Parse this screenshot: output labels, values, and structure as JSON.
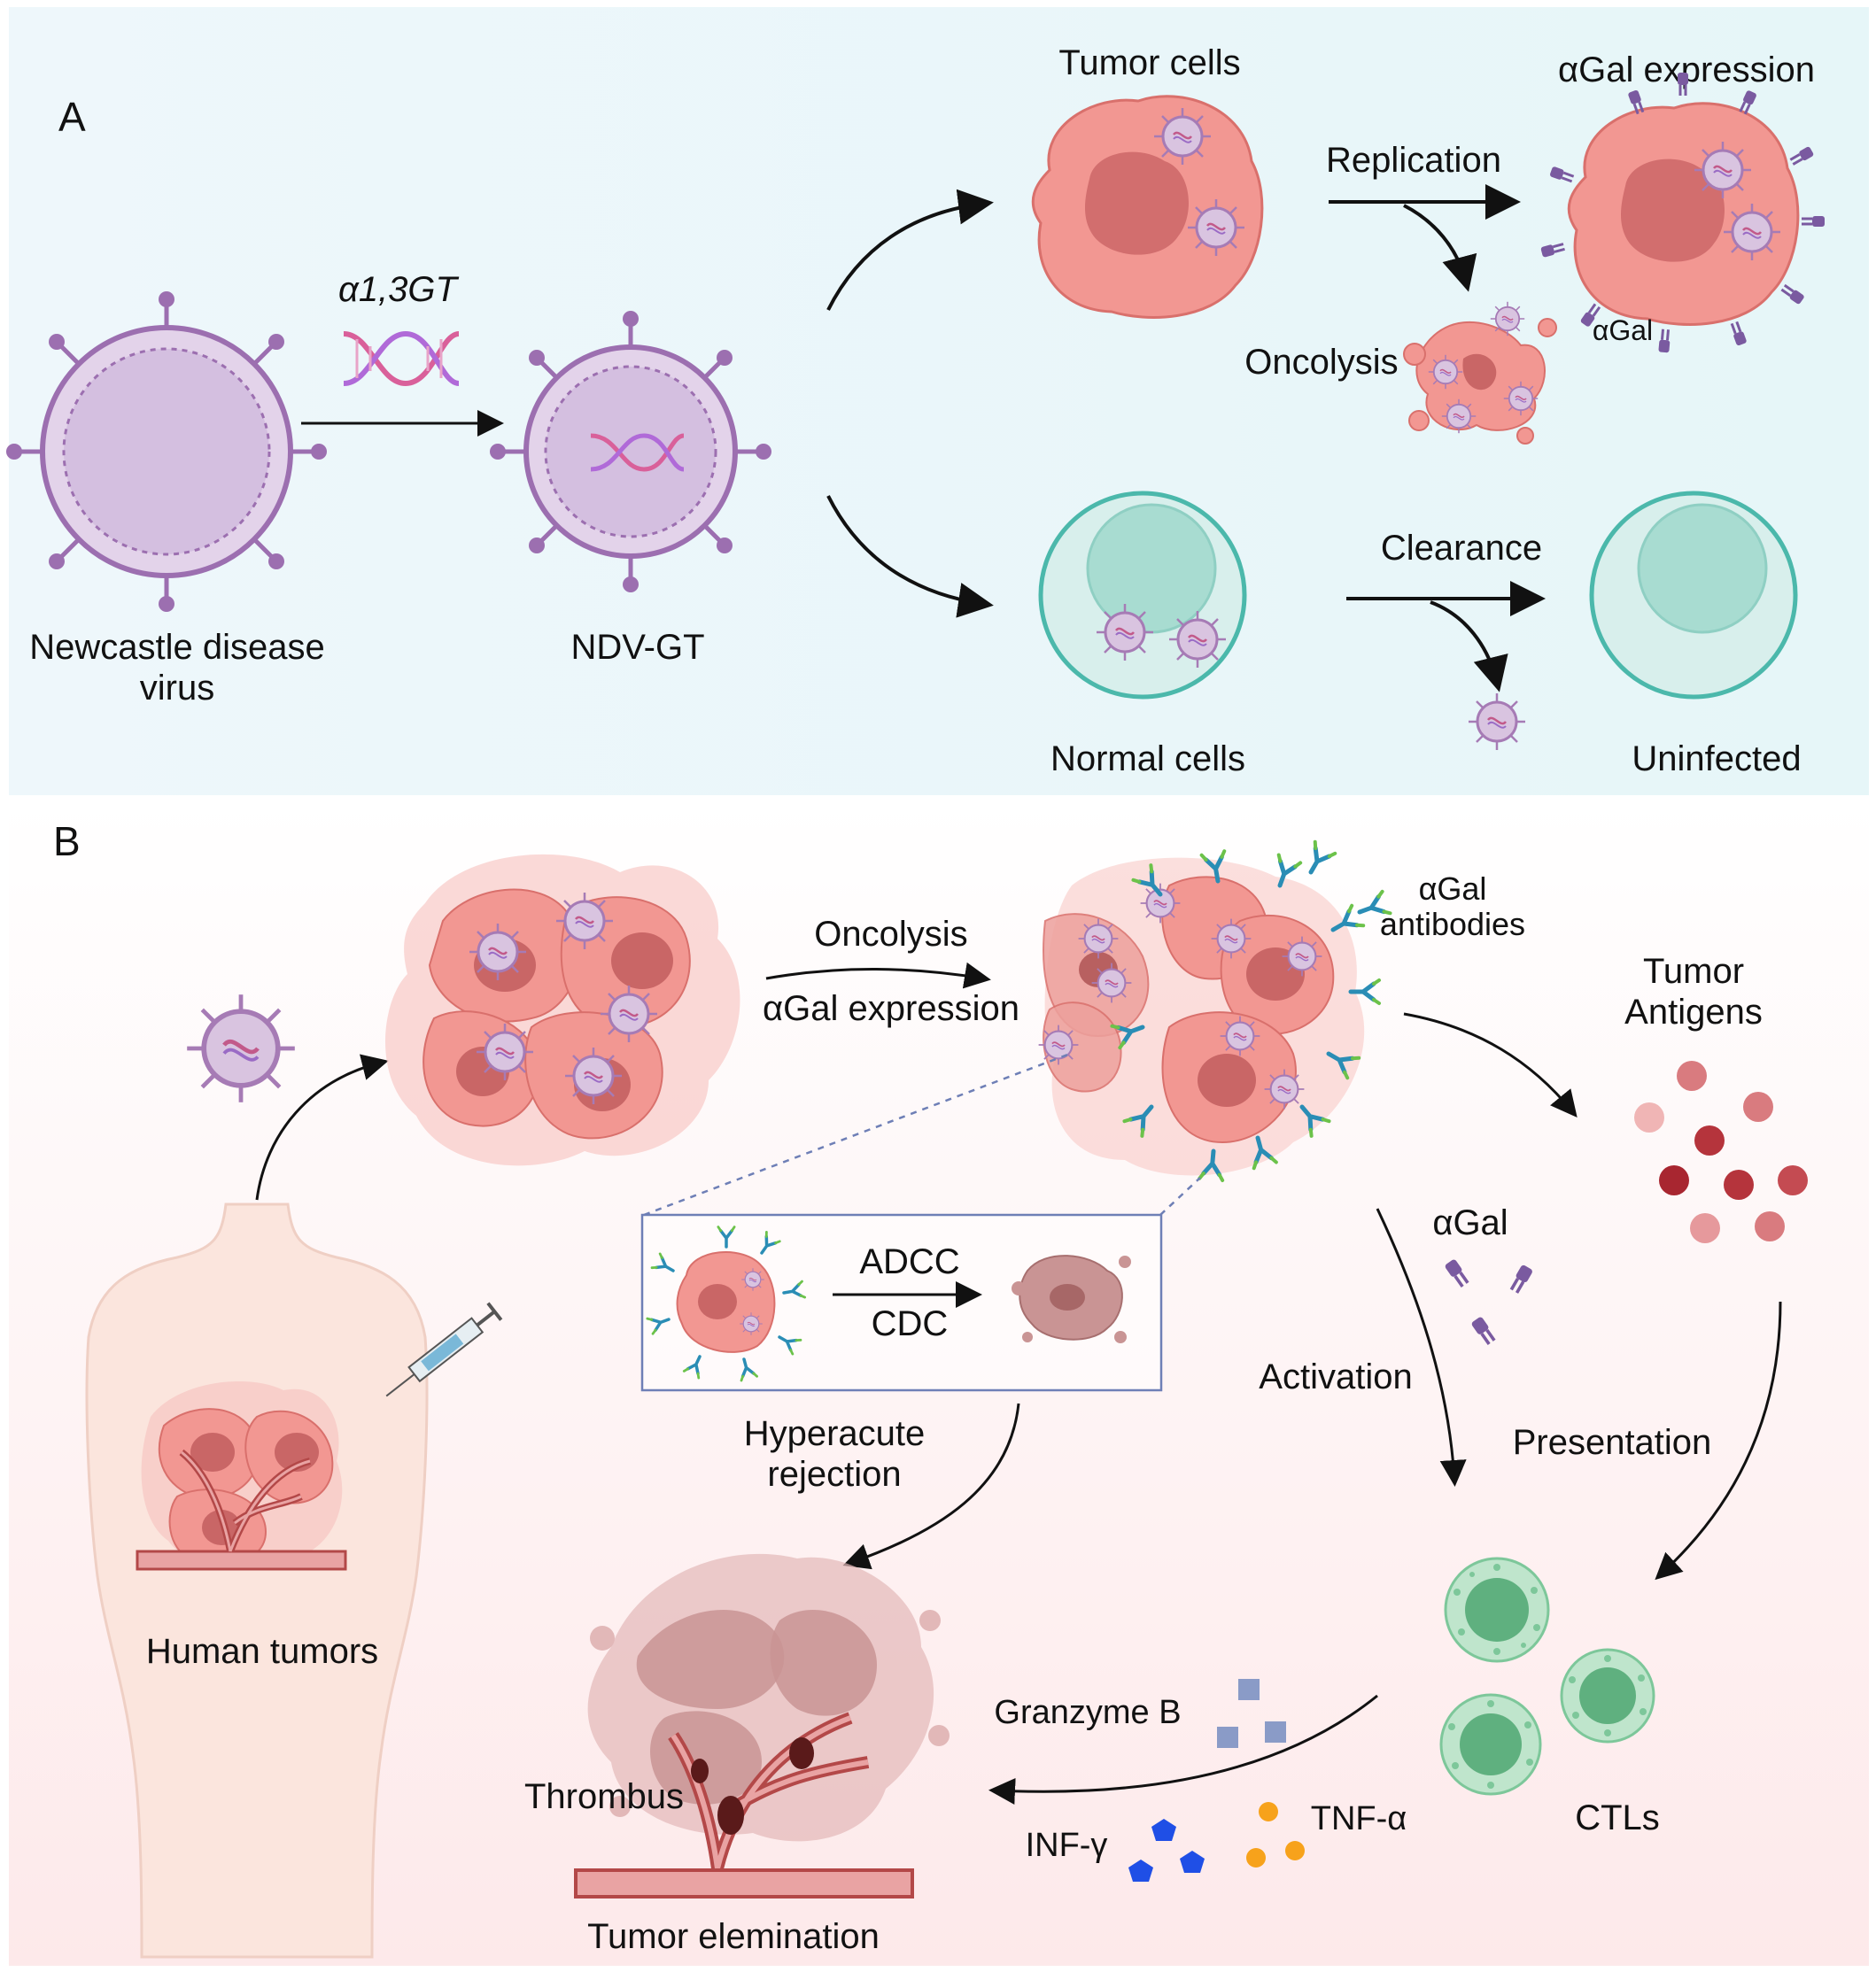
{
  "panel_a": {
    "letter": "A",
    "gene_label": "α1,3GT",
    "virus_label": "Newcastle disease virus",
    "virus_label_line1": "Newcastle disease",
    "virus_label_line2": "virus",
    "ndv_label": "NDV-GT",
    "tumor_cells": "Tumor cells",
    "replication": "Replication",
    "agal_expression": "αGal expression",
    "agal": "αGal",
    "oncolysis": "Oncolysis",
    "normal_cells": "Normal cells",
    "clearance": "Clearance",
    "uninfected": "Uninfected"
  },
  "panel_b": {
    "letter": "B",
    "oncolysis": "Oncolysis",
    "agal_expression": "αGal expression",
    "agal_antibodies_line1": "αGal",
    "agal_antibodies_line2": "antibodies",
    "tumor_antigens_line1": "Tumor",
    "tumor_antigens_line2": "Antigens",
    "adcc": "ADCC",
    "cdc": "CDC",
    "hyperacute_line1": "Hyperacute",
    "hyperacute_line2": "rejection",
    "agal": "αGal",
    "activation": "Activation",
    "presentation": "Presentation",
    "human_tumors": "Human tumors",
    "thrombus": "Thrombus",
    "tumor_elimination": "Tumor elemination",
    "granzyme_b": "Granzyme B",
    "inf_gamma": "INF-γ",
    "tnf_alpha": "TNF-α",
    "ctls": "CTLs"
  },
  "colors": {
    "virus": "#a67bb5",
    "tumor": "#ef8f8c",
    "normal": "#a8dcd1",
    "ctl": "#7dc79a",
    "antigen": "#b5343c",
    "antibody": "#2a8db5"
  }
}
